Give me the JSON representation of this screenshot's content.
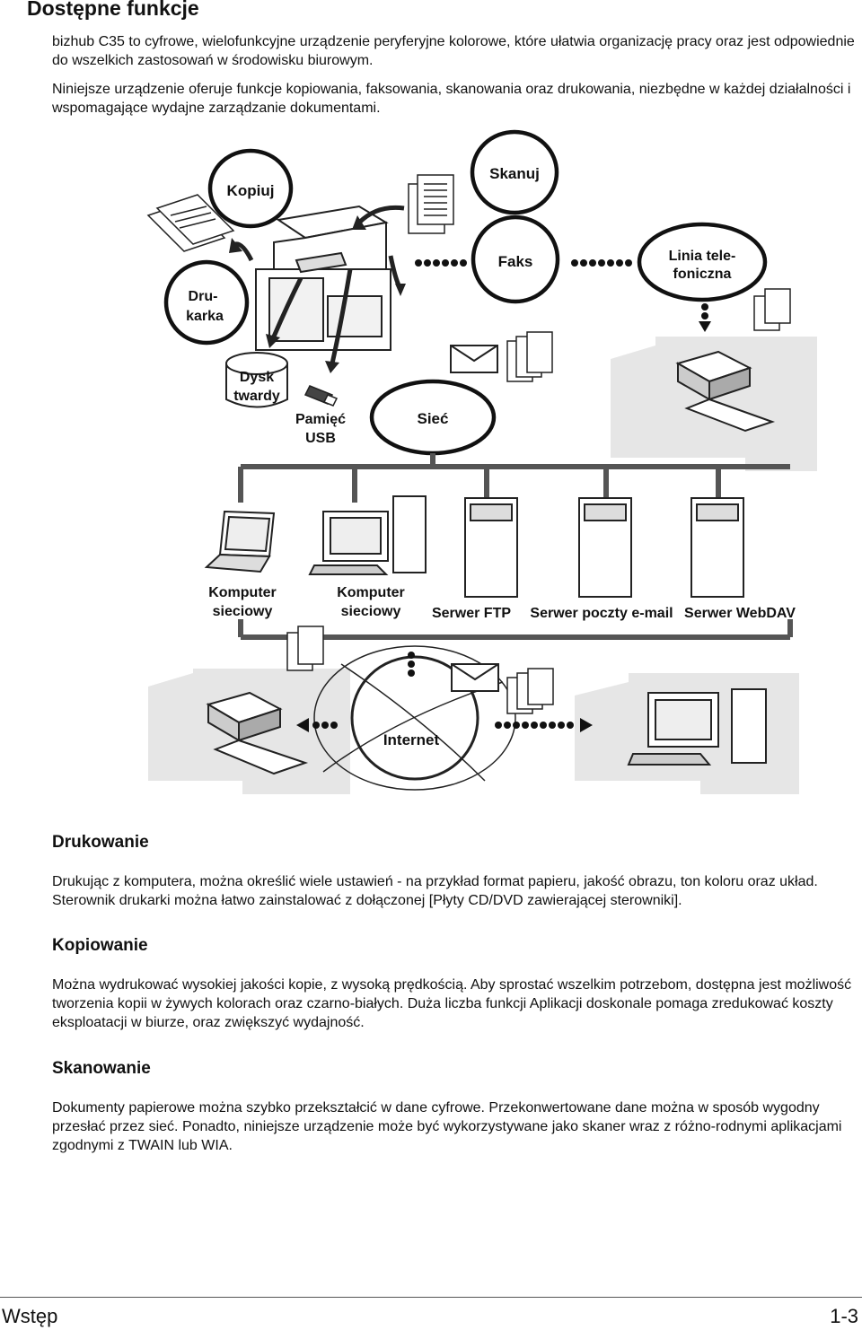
{
  "page": {
    "title": "Dostępne funkcje",
    "intro_1": "bizhub C35 to cyfrowe, wielofunkcyjne urządzenie peryferyjne kolorowe, które ułatwia organizację pracy oraz jest odpowiednie do wszelkich zastosowań w środowisku biurowym.",
    "intro_2": "Niniejsze urządzenie oferuje funkcje kopiowania, faksowania, skanowania oraz drukowania, niezbędne w każdej działalności i wspomagające wydajne zarządzanie dokumentami."
  },
  "diagram": {
    "kopiuj": "Kopiuj",
    "skanuj": "Skanuj",
    "faks": "Faks",
    "linia_1": "Linia tele-",
    "linia_2": "foniczna",
    "drukarka_1": "Dru-",
    "drukarka_2": "karka",
    "dysk_1": "Dysk",
    "dysk_2": "twardy",
    "usb_1": "Pamięć",
    "usb_2": "USB",
    "siec": "Sieć",
    "komputer_a_1": "Komputer",
    "komputer_a_2": "sieciowy",
    "komputer_b_1": "Komputer",
    "komputer_b_2": "sieciowy",
    "serwer_ftp": "Serwer FTP",
    "serwer_email": "Serwer poczty e-mail",
    "serwer_webdav": "Serwer WebDAV",
    "internet": "Internet"
  },
  "sections": [
    {
      "heading": "Drukowanie",
      "text": "Drukując z komputera, można określić wiele ustawień - na przykład format papieru, jakość obrazu, ton koloru oraz układ. Sterownik drukarki można łatwo zainstalować z dołączonej [Płyty CD/DVD zawierającej sterowniki]."
    },
    {
      "heading": "Kopiowanie",
      "text": "Można wydrukować wysokiej jakości kopie, z wysoką prędkością. Aby sprostać wszelkim potrzebom, dostępna jest możliwość tworzenia kopii w żywych kolorach oraz czarno-białych. Duża liczba funkcji Aplikacji doskonale pomaga zredukować koszty eksploatacji w biurze, oraz zwiększyć wydajność."
    },
    {
      "heading": "Skanowanie",
      "text": "Dokumenty papierowe można szybko przekształcić w dane cyfrowe. Przekonwertowane dane można w sposób wygodny przesłać przez sieć. Ponadto, niniejsze urządzenie może być wykorzystywane jako skaner wraz z różno-rodnymi aplikacjami zgodnymi z TWAIN lub WIA."
    }
  ],
  "footer": {
    "left": "Wstęp",
    "right": "1-3"
  }
}
